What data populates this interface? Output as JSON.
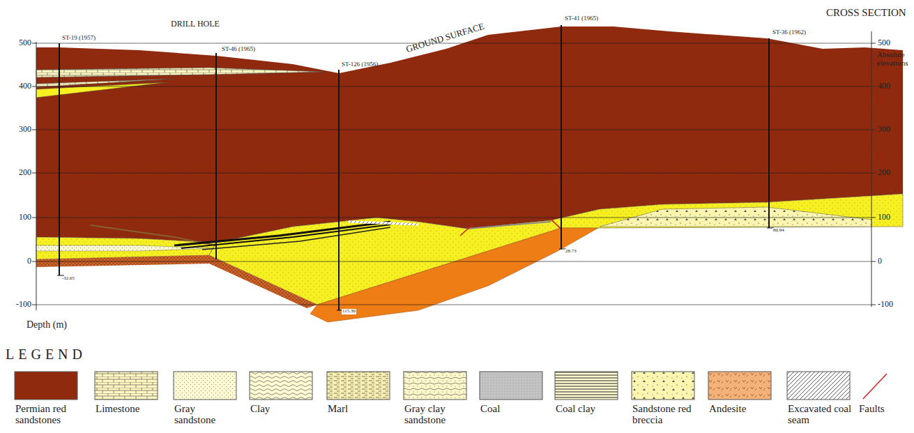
{
  "diagram": {
    "title": "CROSS SECTION",
    "labels": [
      "500",
      "400",
      "300",
      "200",
      "100",
      "0",
      "-100",
      "500",
      "400",
      "300",
      "200",
      "100",
      "0",
      "-100",
      "Absolute elevations",
      "Depth (m)",
      "DRILL HOLE",
      "GROUND SURFACE",
      "ST-19 (1957)",
      "ST-46 (1965)",
      "ST-126 (1956)",
      "ST-41 (1965)",
      "ST-36 (1962)",
      "-32.65",
      "115.30",
      "28.73",
      "80.94",
      "LEGEND"
    ],
    "legend": [
      {
        "text": "Permian red sandstones",
        "color": "#8f2a0f"
      },
      {
        "text": "Limestone"
      },
      {
        "text": "Gray sandstone"
      },
      {
        "text": "Clay"
      },
      {
        "text": "Marl"
      },
      {
        "text": "Gray clay sandstone"
      },
      {
        "text": "Coal"
      },
      {
        "text": "Coal clay"
      },
      {
        "text": "Sandstone red breccia"
      },
      {
        "text": "Andesite"
      },
      {
        "text": "Excavated coal seam"
      },
      {
        "text": "Faults"
      }
    ]
  }
}
